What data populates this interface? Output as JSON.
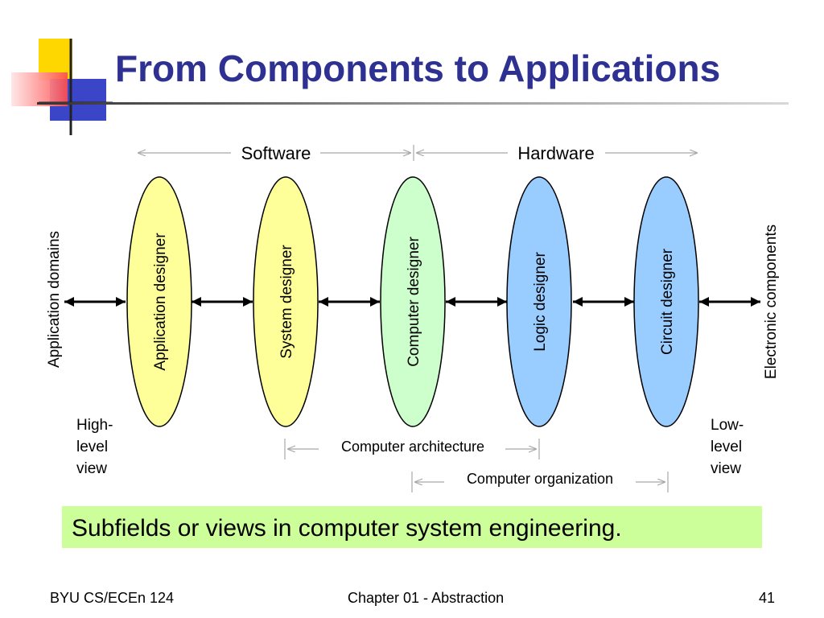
{
  "slide": {
    "title": "From Components to Applications",
    "caption": "Subfields or views in computer system engineering.",
    "footer": {
      "left": "BYU CS/ECEn 124",
      "center": "Chapter 01 - Abstraction",
      "right": "41"
    }
  },
  "diagram": {
    "software_label": "Software",
    "hardware_label": "Hardware",
    "left_end_label": "Application domains",
    "right_end_label": "Electronic components",
    "designers": [
      {
        "label": "Application designer",
        "fill": "#ffff99"
      },
      {
        "label": "System designer",
        "fill": "#ffff99"
      },
      {
        "label": "Computer designer",
        "fill": "#ccffcc"
      },
      {
        "label": "Logic designer",
        "fill": "#99ccff"
      },
      {
        "label": "Circuit designer",
        "fill": "#99ccff"
      }
    ],
    "high_level": [
      "High-",
      "level",
      "view"
    ],
    "low_level": [
      "Low-",
      "level",
      "view"
    ],
    "architecture_label": "Computer architecture",
    "organization_label": "Computer organization"
  },
  "colors": {
    "title": "#2e3192",
    "caption_bg": "#ccff99",
    "yellow": "#ffff99",
    "green": "#ccffcc",
    "blue": "#99ccff"
  }
}
